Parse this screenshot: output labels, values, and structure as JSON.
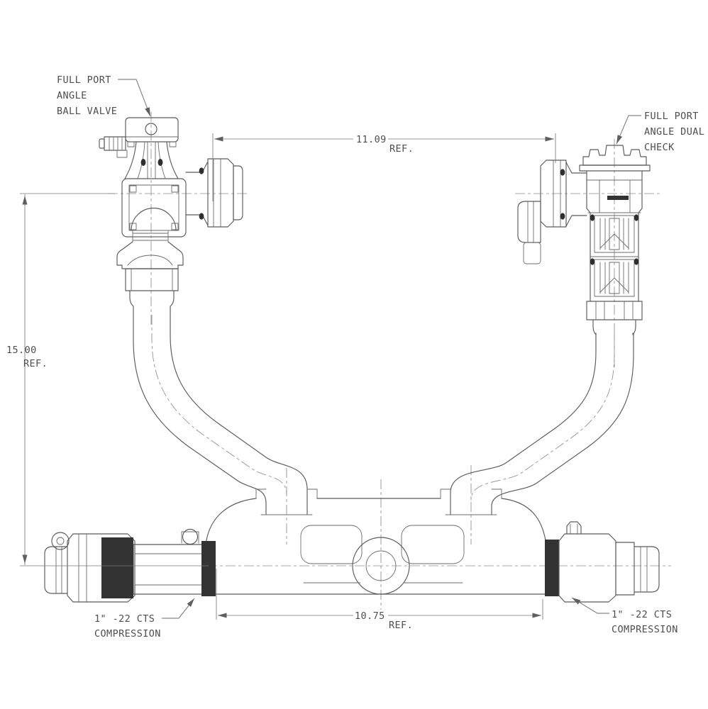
{
  "meta": {
    "background": "#ffffff",
    "line_color": "#5a5a5a",
    "text_color": "#4e4e4e"
  },
  "labels": {
    "ball_valve": [
      "FULL PORT",
      "ANGLE",
      "BALL VALVE"
    ],
    "dual_check": [
      "FULL PORT",
      "ANGLE DUAL",
      "CHECK"
    ],
    "compression_left": [
      "1\" -22 CTS",
      "COMPRESSION"
    ],
    "compression_right": [
      "1\" -22 CTS",
      "COMPRESSION"
    ]
  },
  "dimensions": {
    "width_top": {
      "value": "11.09",
      "suffix": "REF."
    },
    "height_left": {
      "value": "15.00",
      "suffix": "REF."
    },
    "width_bottom": {
      "value": "10.75",
      "suffix": "REF."
    }
  }
}
